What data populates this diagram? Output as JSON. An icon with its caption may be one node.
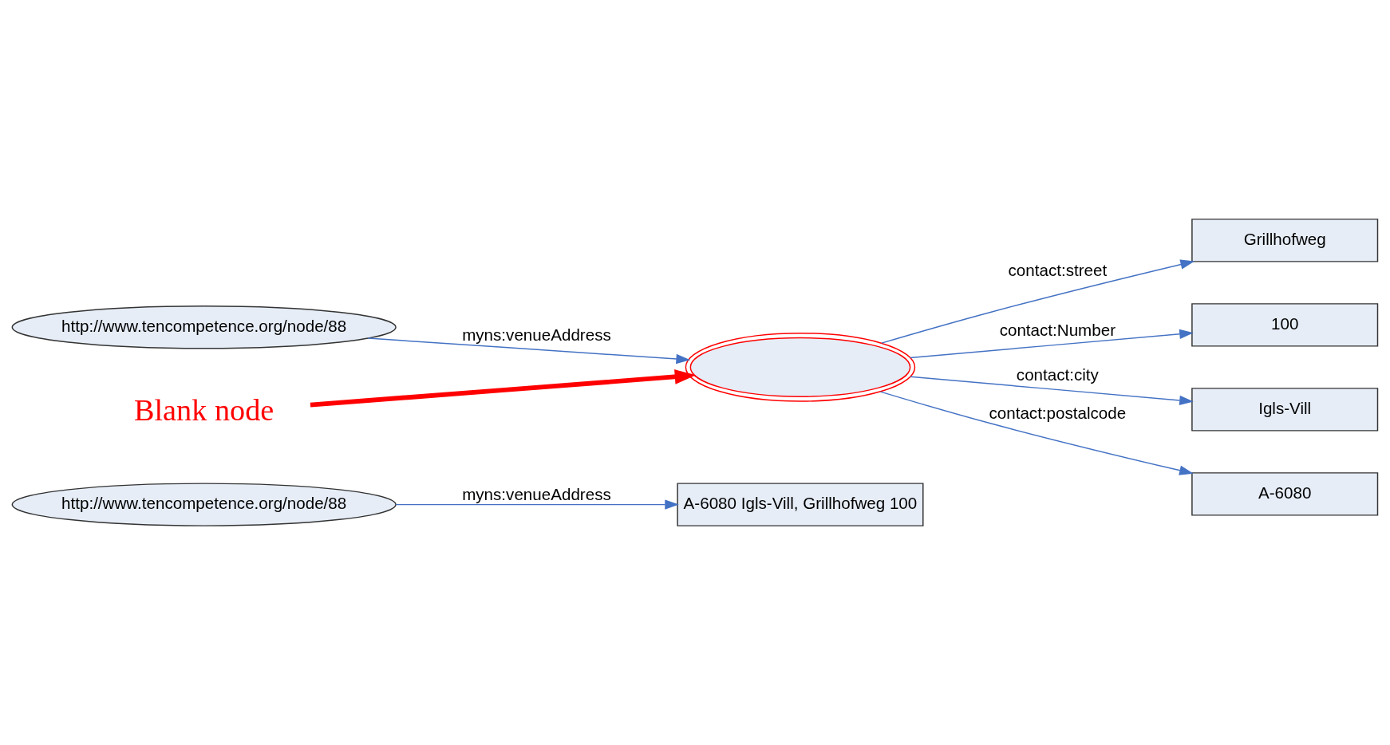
{
  "diagram": {
    "nodes": [
      {
        "text": [
          "http://www.tencompetence.org/node/88"
        ]
      },
      {
        "text": [
          "A-6080 Igls-Vill, Grillhofweg 100"
        ]
      },
      {
        "text": [
          "Grillhofweg"
        ]
      },
      {
        "text": [
          "100"
        ]
      },
      {
        "text": [
          "Igls-Vill"
        ]
      },
      {
        "text": [
          "http://www.tencompetence.org/node/88"
        ]
      },
      {
        "text": [],
        "shape": "ellipse"
      },
      {
        "text": [
          "A-6080"
        ]
      },
      {
        "text": [
          "Blank node"
        ]
      }
    ],
    "edges": [
      {
        "from": 0,
        "to": 1,
        "arrow": "to",
        "label": "myns:venueAddress"
      },
      {
        "from": 5,
        "to": 6,
        "arrow": "to",
        "label": "myns:venueAddress"
      },
      {
        "from": 6,
        "to": 2,
        "arrow": "to",
        "label": "contact:street"
      },
      {
        "from": 6,
        "to": 3,
        "arrow": "to",
        "label": "contact:Number"
      },
      {
        "from": 6,
        "to": 4,
        "arrow": "to",
        "label": "contact:city"
      },
      {
        "from": 6,
        "to": 7,
        "arrow": "to",
        "label": "contact:postalcode"
      },
      {
        "from": 8,
        "to": 6,
        "arrow": "to",
        "style": "thick",
        "color": "#ff0000"
      }
    ]
  }
}
